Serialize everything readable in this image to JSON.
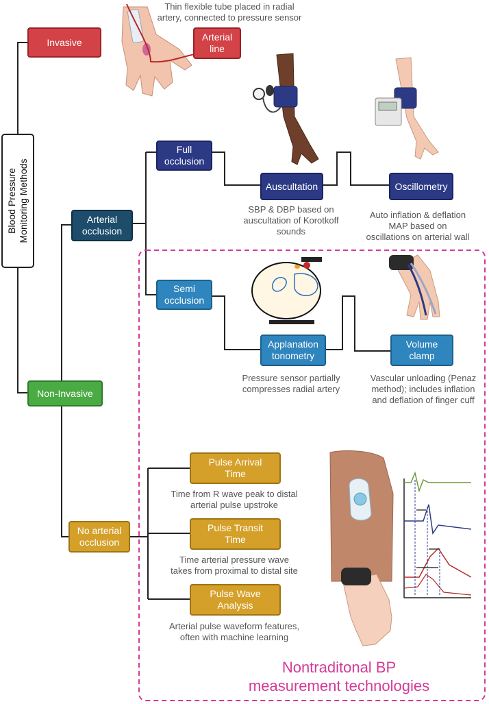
{
  "root": {
    "label": "Blood Pressure\nMonitoring Methods"
  },
  "nodes": {
    "invasive": "Invasive",
    "arterial_line": "Arterial\nline",
    "non_invasive": "Non-Invasive",
    "arterial_occlusion": "Arterial\nocclusion",
    "no_arterial_occlusion": "No arterial\nocclusion",
    "full_occlusion": "Full\nocclusion",
    "semi_occlusion": "Semi\nocclusion",
    "auscultation": "Auscultation",
    "oscillometry": "Oscillometry",
    "applanation_tonometry": "Applanation\ntonometry",
    "volume_clamp": "Volume\nclamp",
    "pulse_arrival_time": "Pulse Arrival\nTime",
    "pulse_transit_time": "Pulse Transit\nTime",
    "pulse_wave_analysis": "Pulse Wave\nAnalysis"
  },
  "descriptions": {
    "arterial_line": "Thin flexible tube placed in radial\nartery, connected to pressure sensor",
    "auscultation": "SBP & DBP based on\nauscultation of Korotkoff\nsounds",
    "oscillometry": "Auto inflation & deflation\nMAP based on\noscillations on arterial wall",
    "applanation_tonometry": "Pressure sensor partially\ncompresses radial artery",
    "volume_clamp": "Vascular unloading (Penaz\nmethod); includes inflation\nand deflation of finger cuff",
    "pulse_arrival_time": "Time from R wave peak to distal\narterial pulse upstroke",
    "pulse_transit_time": "Time arterial pressure wave\ntakes from proximal to distal site",
    "pulse_wave_analysis": "Arterial pulse waveform features,\noften with machine learning"
  },
  "region_label": "Nontraditonal BP\nmeasurement technologies",
  "colors": {
    "invasive": "#d24247",
    "full_occlusion": "#2c3a86",
    "arterial_occlusion": "#1d4d6a",
    "semi_occlusion": "#2f85bd",
    "non_invasive": "#4aaa43",
    "no_arterial_occlusion": "#d5a02a",
    "region_border": "#d43a96"
  },
  "icons": {
    "arterial_line": "wrist-catheter-illustration",
    "auscultation": "arm-sphygmomanometer-illustration",
    "oscillometry": "arm-cuff-monitor-illustration",
    "applanation_tonometry": "wrist-cross-section-tonometer-illustration",
    "volume_clamp": "finger-cuff-wrist-device-illustration",
    "pulse_wave": "chest-patch-smartwatch-illustration",
    "waveform_chart": "ecg-and-pulse-waveforms-illustration"
  }
}
